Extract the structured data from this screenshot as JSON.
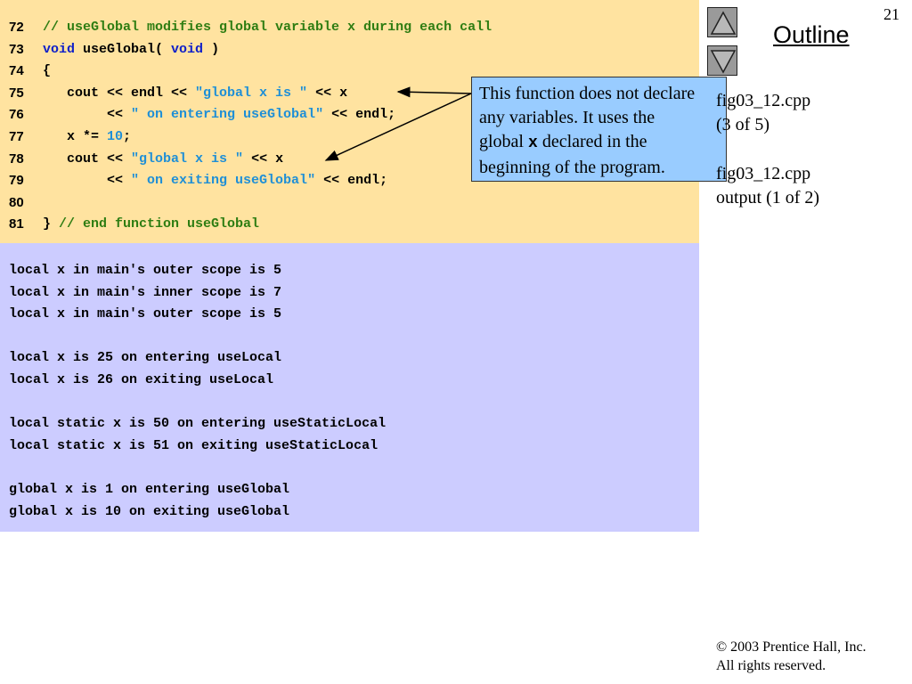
{
  "slide": {
    "page_number": "21",
    "outline_title": "Outline"
  },
  "code": {
    "lines": [
      {
        "num": "72",
        "tokens": [
          {
            "t": "// useGlobal modifies global variable x during each call",
            "c": "cm"
          }
        ]
      },
      {
        "num": "73",
        "tokens": [
          {
            "t": "void",
            "c": "kw"
          },
          {
            "t": " useGlobal( ",
            "c": "pl"
          },
          {
            "t": "void",
            "c": "kw"
          },
          {
            "t": " )",
            "c": "pl"
          }
        ]
      },
      {
        "num": "74",
        "tokens": [
          {
            "t": "{",
            "c": "pl"
          }
        ]
      },
      {
        "num": "75",
        "tokens": [
          {
            "t": "   cout << endl << ",
            "c": "pl"
          },
          {
            "t": "\"global x is \"",
            "c": "str"
          },
          {
            "t": " << x",
            "c": "pl"
          }
        ]
      },
      {
        "num": "76",
        "tokens": [
          {
            "t": "        << ",
            "c": "pl"
          },
          {
            "t": "\" on entering useGlobal\"",
            "c": "str"
          },
          {
            "t": " << endl;",
            "c": "pl"
          }
        ]
      },
      {
        "num": "77",
        "tokens": [
          {
            "t": "   x *= ",
            "c": "pl"
          },
          {
            "t": "10",
            "c": "num"
          },
          {
            "t": ";",
            "c": "pl"
          }
        ]
      },
      {
        "num": "78",
        "tokens": [
          {
            "t": "   cout << ",
            "c": "pl"
          },
          {
            "t": "\"global x is \"",
            "c": "str"
          },
          {
            "t": " << x",
            "c": "pl"
          }
        ]
      },
      {
        "num": "79",
        "tokens": [
          {
            "t": "        << ",
            "c": "pl"
          },
          {
            "t": "\" on exiting useGlobal\"",
            "c": "str"
          },
          {
            "t": " << endl;",
            "c": "pl"
          }
        ]
      },
      {
        "num": "80",
        "tokens": []
      },
      {
        "num": "81",
        "tokens": [
          {
            "t": "} ",
            "c": "pl"
          },
          {
            "t": "// end function useGlobal",
            "c": "cm"
          }
        ]
      }
    ]
  },
  "output": {
    "lines": [
      "local x in main's outer scope is 5",
      "local x in main's inner scope is 7",
      "local x in main's outer scope is 5",
      "",
      "local x is 25 on entering useLocal",
      "local x is 26 on exiting useLocal",
      "",
      "local static x is 50 on entering useStaticLocal",
      "local static x is 51 on exiting useStaticLocal",
      "",
      "global x is 1 on entering useGlobal",
      "global x is 10 on exiting useGlobal"
    ]
  },
  "callout": {
    "line1": "This function does not declare",
    "line2": "any variables. It uses the",
    "line3_pre": "global ",
    "line3_code": "x",
    "line3_post": " declared in the",
    "line4": "beginning of the program."
  },
  "side": {
    "file1": "fig03_12.cpp",
    "file1_page": "(3 of 5)",
    "file2": "fig03_12.cpp",
    "file2_sub": "output (1 of 2)"
  },
  "footer": {
    "copyright_line1": "© 2003 Prentice Hall, Inc.",
    "copyright_line2": "All rights reserved."
  },
  "colors": {
    "code_bg": "#ffe3a0",
    "output_bg": "#ccccff",
    "callout_bg": "#99ccff",
    "comment": "#2e7d12",
    "keyword": "#1020c8",
    "string": "#1f8fd6"
  },
  "icons": {
    "up": "triangle-up-icon",
    "down": "triangle-down-icon"
  }
}
